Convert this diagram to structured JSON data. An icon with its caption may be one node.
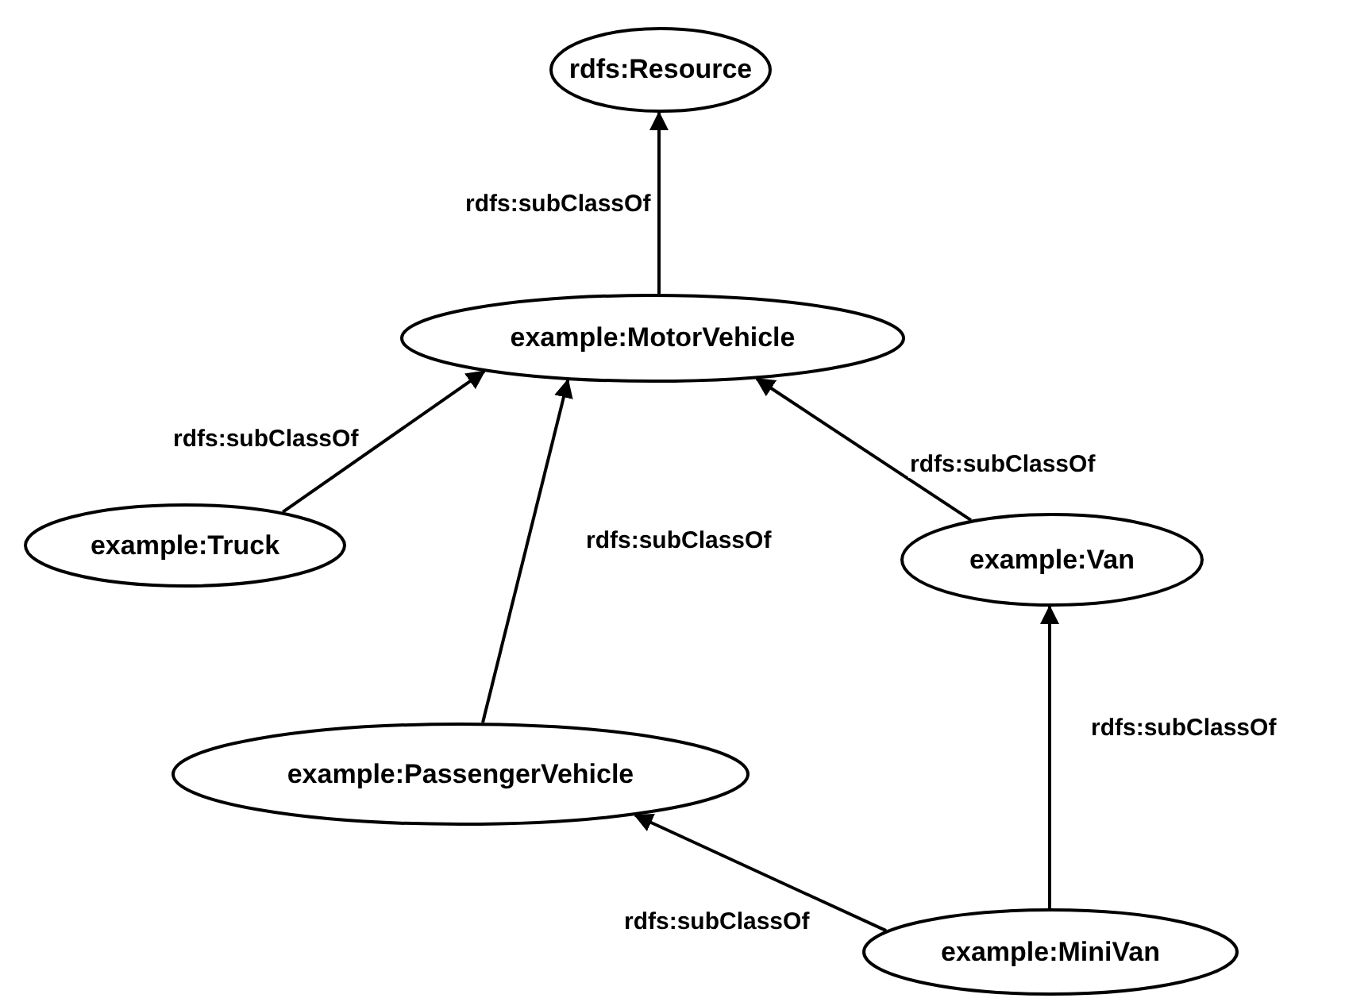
{
  "diagram": {
    "nodes": [
      {
        "text": [
          "rdfs:Resource"
        ]
      },
      {
        "text": [
          "example:MotorVehicle"
        ]
      },
      {
        "text": [
          "example:Truck"
        ]
      },
      {
        "text": [
          "example:Van"
        ]
      },
      {
        "text": [
          "example:PassengerVehicle"
        ]
      },
      {
        "text": [
          "example:MiniVan"
        ]
      }
    ],
    "edges": [
      {
        "from": 1,
        "to": 0,
        "arrow": "to",
        "label": "rdfs:subClassOf"
      },
      {
        "from": 2,
        "to": 1,
        "arrow": "to",
        "label": "rdfs:subClassOf"
      },
      {
        "from": 4,
        "to": 1,
        "arrow": "to",
        "label": "rdfs:subClassOf"
      },
      {
        "from": 3,
        "to": 1,
        "arrow": "to",
        "label": "rdfs:subClassOf"
      },
      {
        "from": 5,
        "to": 3,
        "arrow": "to",
        "label": "rdfs:subClassOf"
      },
      {
        "from": 5,
        "to": 4,
        "arrow": "to",
        "label": "rdfs:subClassOf"
      }
    ]
  }
}
